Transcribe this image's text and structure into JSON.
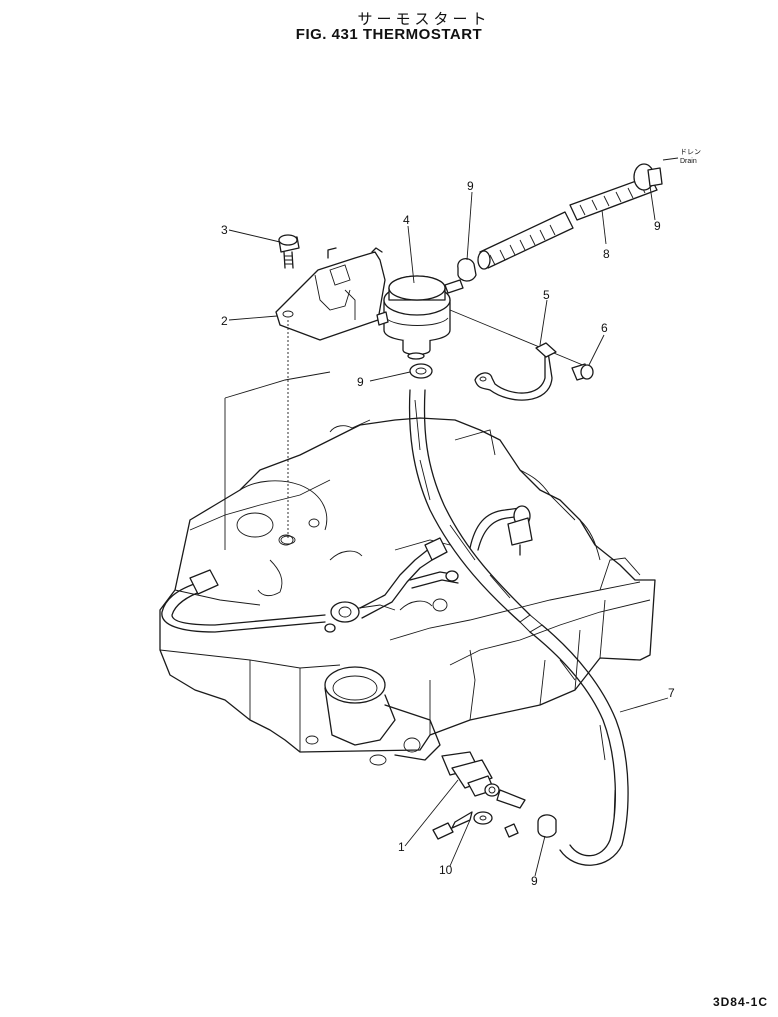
{
  "figure": {
    "title_jp": "サーモスタート",
    "title_en": "FIG. 431  THERMOSTART",
    "code": "3D84-1C",
    "drain_jp": "ドレン",
    "drain_en": "Drain"
  },
  "callouts": [
    {
      "id": "c-1",
      "label": "1"
    },
    {
      "id": "c-2",
      "label": "2"
    },
    {
      "id": "c-3",
      "label": "3"
    },
    {
      "id": "c-4",
      "label": "4"
    },
    {
      "id": "c-5",
      "label": "5"
    },
    {
      "id": "c-6",
      "label": "6"
    },
    {
      "id": "c-7",
      "label": "7"
    },
    {
      "id": "c-8",
      "label": "8"
    },
    {
      "id": "c-9a",
      "label": "9"
    },
    {
      "id": "c-9b",
      "label": "9"
    },
    {
      "id": "c-9c",
      "label": "9"
    },
    {
      "id": "c-9d",
      "label": "9"
    },
    {
      "id": "c-10",
      "label": "10"
    }
  ]
}
